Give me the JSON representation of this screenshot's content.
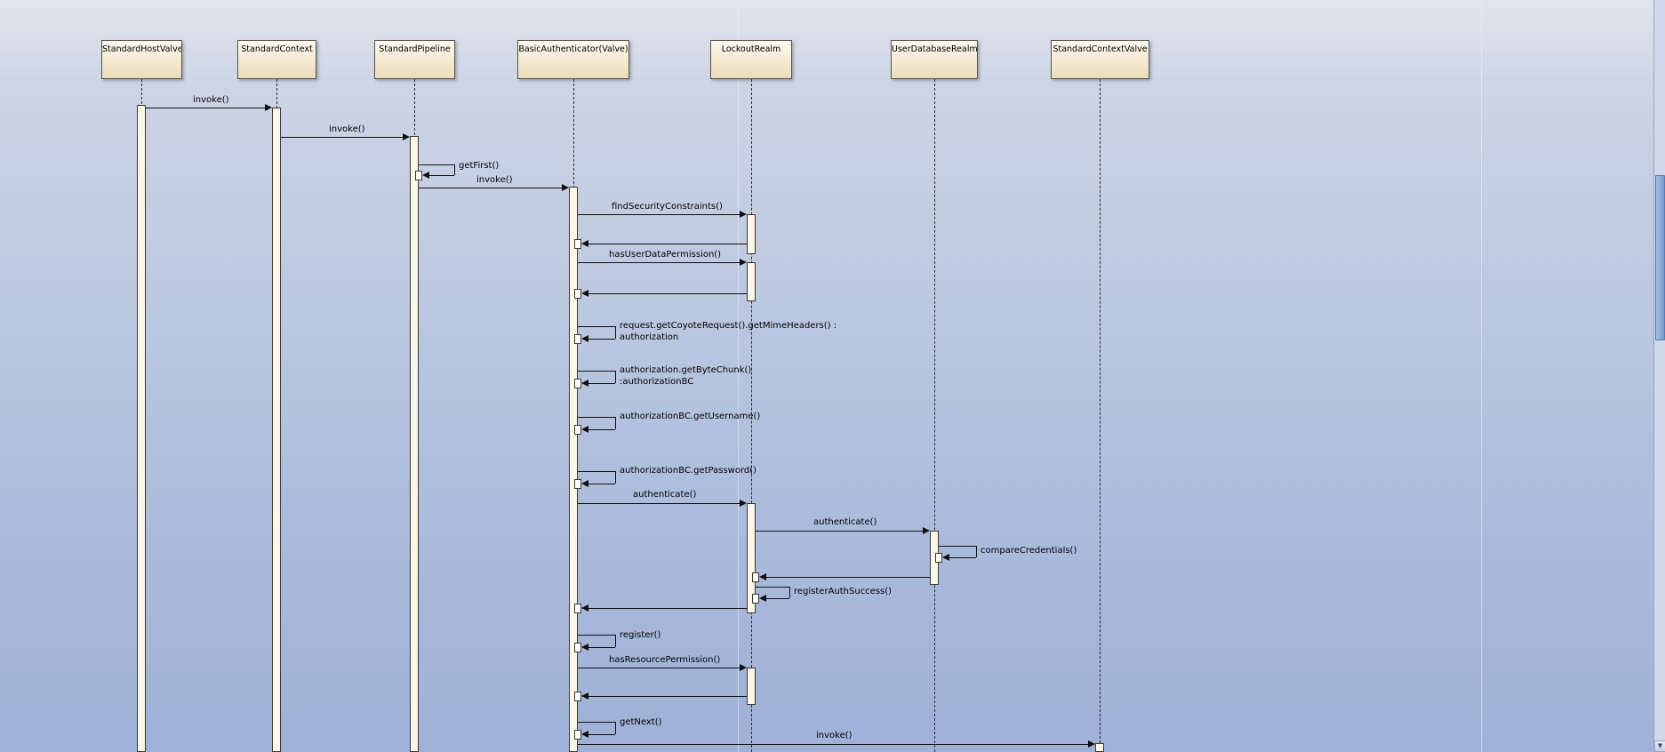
{
  "objects": [
    {
      "name": "StandardHostValve"
    },
    {
      "name": "StandardContext"
    },
    {
      "name": "StandardPipeline"
    },
    {
      "name": "BasicAuthenticator(Valve)"
    },
    {
      "name": "LockoutRealm"
    },
    {
      "name": "UserDatabaseRealm"
    },
    {
      "name": "StandardContextValve"
    }
  ],
  "messages": [
    {
      "label": "invoke()",
      "type": "call",
      "from": "StandardHostValve",
      "to": "StandardContext"
    },
    {
      "label": "invoke()",
      "type": "call",
      "from": "StandardContext",
      "to": "StandardPipeline"
    },
    {
      "label": "getFirst()",
      "type": "self",
      "from": "StandardPipeline",
      "to": "StandardPipeline"
    },
    {
      "label": "invoke()",
      "type": "call",
      "from": "StandardPipeline",
      "to": "BasicAuthenticator(Valve)"
    },
    {
      "label": "findSecurityConstraints()",
      "type": "call",
      "from": "BasicAuthenticator(Valve)",
      "to": "LockoutRealm"
    },
    {
      "label": "",
      "type": "return",
      "from": "LockoutRealm",
      "to": "BasicAuthenticator(Valve)"
    },
    {
      "label": "hasUserDataPermission()",
      "type": "call",
      "from": "BasicAuthenticator(Valve)",
      "to": "LockoutRealm"
    },
    {
      "label": "",
      "type": "return",
      "from": "LockoutRealm",
      "to": "BasicAuthenticator(Valve)"
    },
    {
      "label": "request.getCoyoteRequest().getMimeHeaders() :",
      "label2": "authorization",
      "type": "self",
      "from": "BasicAuthenticator(Valve)",
      "to": "BasicAuthenticator(Valve)"
    },
    {
      "label": "authorization.getByteChunk()",
      "label2": ":authorizationBC",
      "type": "self",
      "from": "BasicAuthenticator(Valve)",
      "to": "BasicAuthenticator(Valve)"
    },
    {
      "label": "authorizationBC.getUsername()",
      "type": "self",
      "from": "BasicAuthenticator(Valve)",
      "to": "BasicAuthenticator(Valve)"
    },
    {
      "label": "authorizationBC.getPassword()",
      "type": "self",
      "from": "BasicAuthenticator(Valve)",
      "to": "BasicAuthenticator(Valve)"
    },
    {
      "label": "authenticate()",
      "type": "call",
      "from": "BasicAuthenticator(Valve)",
      "to": "LockoutRealm"
    },
    {
      "label": "authenticate()",
      "type": "call",
      "from": "LockoutRealm",
      "to": "UserDatabaseRealm"
    },
    {
      "label": "compareCredentials()",
      "type": "self",
      "from": "UserDatabaseRealm",
      "to": "UserDatabaseRealm"
    },
    {
      "label": "",
      "type": "return",
      "from": "UserDatabaseRealm",
      "to": "LockoutRealm"
    },
    {
      "label": "registerAuthSuccess()",
      "type": "self",
      "from": "LockoutRealm",
      "to": "LockoutRealm"
    },
    {
      "label": "",
      "type": "return",
      "from": "LockoutRealm",
      "to": "BasicAuthenticator(Valve)"
    },
    {
      "label": "register()",
      "type": "self",
      "from": "BasicAuthenticator(Valve)",
      "to": "BasicAuthenticator(Valve)"
    },
    {
      "label": "hasResourcePermission()",
      "type": "call",
      "from": "BasicAuthenticator(Valve)",
      "to": "LockoutRealm"
    },
    {
      "label": "",
      "type": "return",
      "from": "LockoutRealm",
      "to": "BasicAuthenticator(Valve)"
    },
    {
      "label": "getNext()",
      "type": "self",
      "from": "BasicAuthenticator(Valve)",
      "to": "BasicAuthenticator(Valve)"
    },
    {
      "label": "invoke()",
      "type": "call",
      "from": "BasicAuthenticator(Valve)",
      "to": "StandardContextValve"
    }
  ],
  "scrollbar": {
    "down_arrow": "▼"
  },
  "colors": {
    "background_top": "#e1e5ec",
    "background_bottom": "#9fb1d7",
    "object_fill": "#f5e9cf",
    "activation_fill": "#fcf7e8",
    "line": "#101010"
  }
}
